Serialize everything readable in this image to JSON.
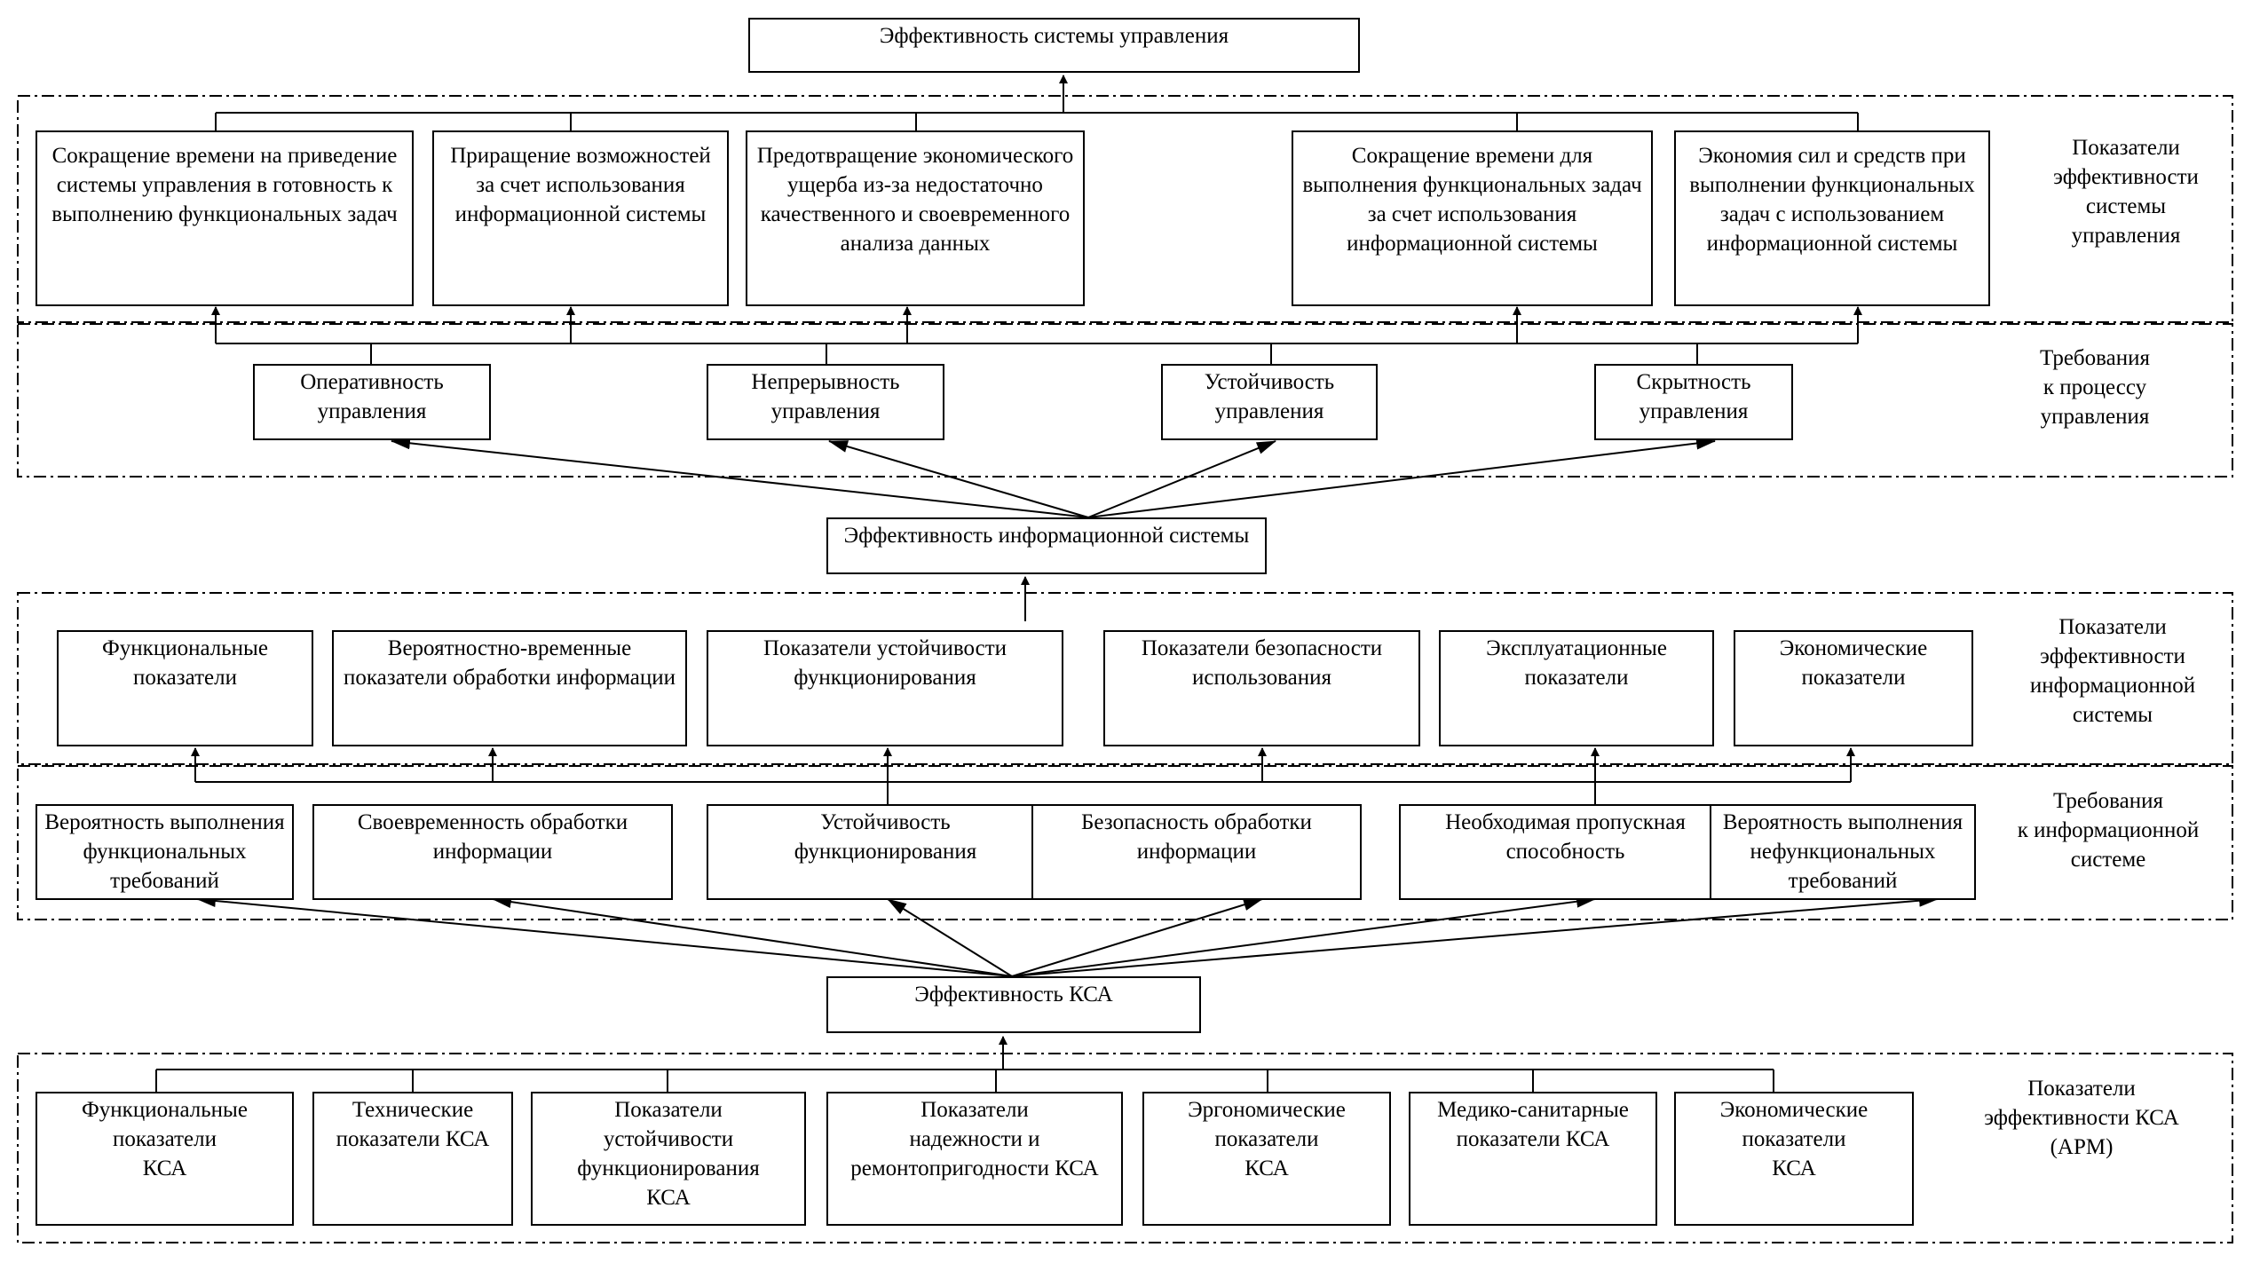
{
  "top_title": "Эффективность системы управления",
  "mgmt_indicators": {
    "label": "Показатели\nэффективности\nсистемы\nуправления",
    "items": [
      "Сокращение времени на приведение\nсистемы управления в готовность к\nвыполнению функциональных задач",
      "Приращение возможностей\nза счет использования\nинформационной системы",
      "Предотвращение экономического\nущерба из-за недостаточно\nкачественного и своевременного\nанализа данных",
      "Сокращение времени для\nвыполнения функциональных задач\nза счет использования\nинформационной системы",
      "Экономия сил и средств при\nвыполнении функциональных\nзадач с использованием\nинформационной системы"
    ]
  },
  "process_requirements": {
    "label": "Требования\nк процессу\nуправления",
    "items": [
      "Оперативность\nуправления",
      "Непрерывность\nуправления",
      "Устойчивость\nуправления",
      "Скрытность\nуправления"
    ]
  },
  "is_efficiency": "Эффективность информационной системы",
  "is_indicators": {
    "label": "Показатели\nэффективности\nинформационной\nсистемы",
    "items": [
      "Функциональные\nпоказатели",
      "Вероятностно-временные\nпоказатели обработки информации",
      "Показатели устойчивости\nфункционирования",
      "Показатели безопасности\nиспользования",
      "Эксплуатационные\nпоказатели",
      "Экономические\nпоказатели"
    ]
  },
  "is_requirements": {
    "label": "Требования\nк информационной\nсистеме",
    "items": [
      "Вероятность выполнения\nфункциональных\nтребований",
      "Своевременность обработки\nинформации",
      "Устойчивость\nфункционирования",
      "Безопасность обработки\nинформации",
      "Необходимая пропускная\nспособность",
      "Вероятность выполнения\nнефункциональных\nтребований"
    ]
  },
  "ksa_efficiency": "Эффективность КСА",
  "ksa_indicators": {
    "label": "Показатели\nэффективности КСА\n(АРМ)",
    "items": [
      "Функциональные\nпоказатели\nКСА",
      "Технические\nпоказатели КСА",
      "Показатели\nустойчивости\nфункционирования\nКСА",
      "Показатели\nнадежности и\nремонтопригодности КСА",
      "Эргономические\nпоказатели\nКСА",
      "Медико-санитарные\nпоказатели КСА",
      "Экономические\nпоказатели\nКСА"
    ]
  }
}
